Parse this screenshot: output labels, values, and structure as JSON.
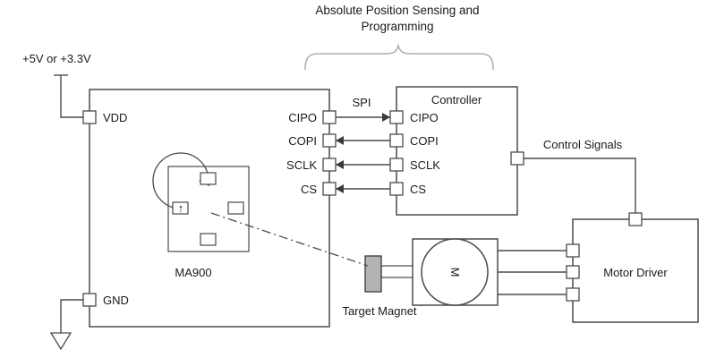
{
  "title": {
    "line1": "Absolute Position Sensing and",
    "line2": "Programming"
  },
  "power": {
    "label": "+5V or +3.3V"
  },
  "ma900": {
    "label": "MA900",
    "pins": {
      "vdd": "VDD",
      "gnd": "GND",
      "cipo": "CIPO",
      "copi": "COPI",
      "sclk": "SCLK",
      "cs": "CS"
    }
  },
  "bus_label": "SPI",
  "controller": {
    "title": "Controller",
    "pins": {
      "cipo": "CIPO",
      "copi": "COPI",
      "sclk": "SCLK",
      "cs": "CS"
    }
  },
  "control_signals_label": "Control Signals",
  "motor": {
    "label": "M"
  },
  "motor_driver": {
    "label": "Motor Driver"
  },
  "target_magnet_label": "Target Magnet",
  "sensor_icon": {
    "arrow": "↑"
  },
  "colors": {
    "line": "#4a4a4a",
    "text": "#1a1a1a",
    "brace": "#b0b0b0",
    "magnet_fill": "#b3b3b3",
    "background": "#ffffff"
  }
}
